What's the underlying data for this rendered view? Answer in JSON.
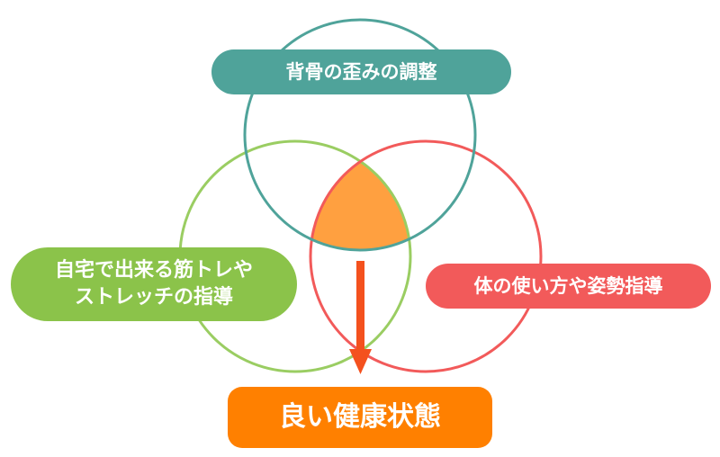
{
  "colors": {
    "teal": "#4FA39A",
    "green": "#9ACD62",
    "red": "#F25A5A",
    "overlap": "#FFA040",
    "arrow": "#F4511E",
    "result": "#FF8000",
    "greenLabel": "#8BC34A"
  },
  "labels": {
    "top": "背骨の歪みの調整",
    "left_line1": "自宅で出来る筋トレや",
    "left_line2": "ストレッチの指導",
    "right": "体の使い方や姿勢指導",
    "bottom": "良い健康状態"
  }
}
